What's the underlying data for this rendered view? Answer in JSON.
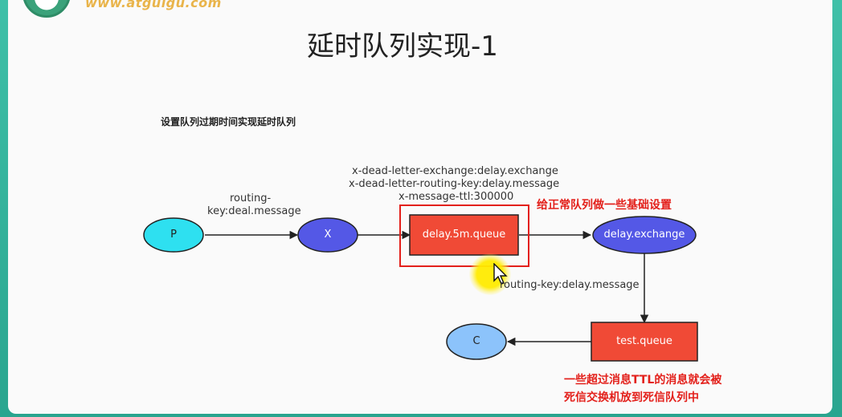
{
  "header": {
    "logo_text": "www.atguigu.com",
    "title": "延时队列实现-1",
    "subtitle": "设置队列过期时间实现延时队列"
  },
  "diagram": {
    "nodes": {
      "p": "P",
      "x": "X",
      "delay_queue": "delay.5m.queue",
      "delay_exchange": "delay.exchange",
      "test_queue": "test.queue",
      "c": "C"
    },
    "edge_labels": {
      "p_to_x_line1": "routing-",
      "p_to_x_line2": "key:deal.message",
      "queue_args_line1": "x-dead-letter-exchange:delay.exchange",
      "queue_args_line2": "x-dead-letter-routing-key:delay.message",
      "queue_args_line3": "x-message-ttl:300000",
      "exchange_to_test": "routing-key:delay.message"
    },
    "notes": {
      "queue_setting": "给正常队列做一些基础设置",
      "dead_letter_line1": "一些超过消息TTL的消息就会被",
      "dead_letter_line2": "死信交换机放到死信队列中"
    },
    "colors": {
      "p_fill": "#2ee0f0",
      "x_fill": "#5458e6",
      "queue_fill": "#f04a36",
      "exchange_fill": "#5458e6",
      "c_fill": "#8cc3fb",
      "highlight": "#e3201b"
    }
  }
}
